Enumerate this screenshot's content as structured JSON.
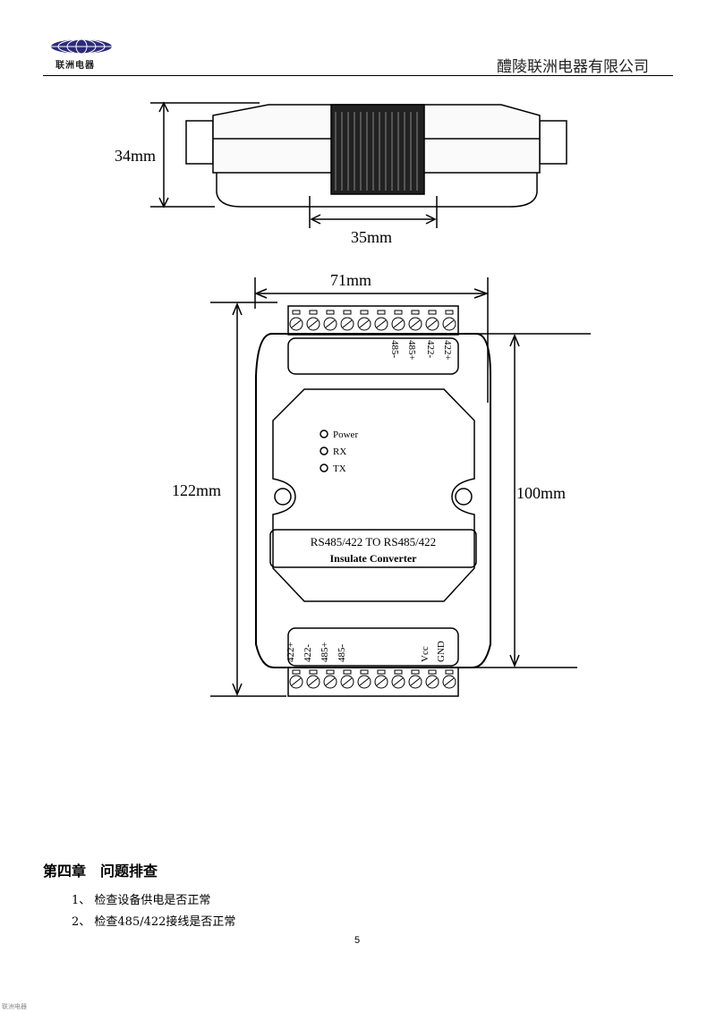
{
  "header": {
    "logo_text": "联洲电器",
    "company_name": "醴陵联洲电器有限公司"
  },
  "side_view": {
    "height_label": "34mm",
    "rail_label": "35mm"
  },
  "front_view": {
    "width_label": "71mm",
    "total_height_label": "122mm",
    "body_height_label": "100mm",
    "top_terminals": [
      "422+",
      "422-",
      "485+",
      "485-"
    ],
    "leds": [
      "Power",
      "RX",
      "TX"
    ],
    "product_line1": "RS485/422 TO RS485/422",
    "product_line2": "Insulate Converter",
    "bottom_terminals_left": [
      "422+",
      "422-",
      "485+",
      "485-"
    ],
    "bottom_terminals_right": [
      "GND",
      "Vcc"
    ]
  },
  "chapter": {
    "number": "第四章",
    "title": "问题排查"
  },
  "items": [
    "1、 检查设备供电是否正常",
    "2、 检查485/422接线是否正常"
  ],
  "page_number": "5",
  "footer_text": "联洲电器"
}
